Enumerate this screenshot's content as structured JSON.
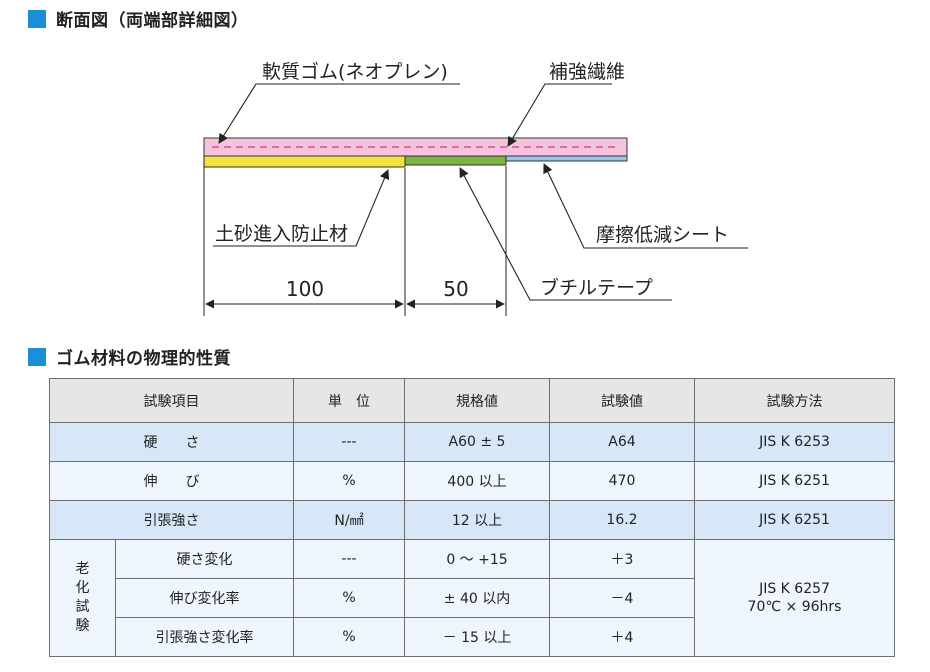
{
  "section1": {
    "title": "断面図（両端部詳細図）"
  },
  "diagram": {
    "labels": {
      "rubber": "軟質ゴム(ネオプレン)",
      "fiber": "補強繊維",
      "soil_stop": "土砂進入防止材",
      "friction_sheet": "摩擦低減シート",
      "butyl_tape": "ブチルテープ"
    },
    "dimensions": {
      "left": "100",
      "right": "50"
    },
    "colors": {
      "rubber": "#f5c3dc",
      "soil_stop": "#f1e43a",
      "butyl_tape": "#7cb342",
      "friction_sheet": "#9ec6ec",
      "fiber_line": "#d2388a"
    }
  },
  "section2": {
    "title": "ゴム材料の物理的性質"
  },
  "table": {
    "headers": [
      "試験項目",
      "単　位",
      "規格値",
      "試験値",
      "試験方法"
    ],
    "rows": [
      {
        "item": "硬　　さ",
        "unit": "---",
        "spec": "A60 ± 5",
        "value": "A64",
        "method": "JIS K 6253"
      },
      {
        "item": "伸　　び",
        "unit": "%",
        "spec": "400 以上",
        "value": "470",
        "method": "JIS K 6251"
      },
      {
        "item": "引張強さ",
        "unit": "N/㎟",
        "spec": "12 以上",
        "value": "16.2",
        "method": "JIS K 6251"
      }
    ],
    "aging": {
      "group_label": [
        "老",
        "化",
        "試",
        "験"
      ],
      "rows": [
        {
          "item": "硬さ変化",
          "unit": "---",
          "spec": "0 ～ +15",
          "value": "＋3"
        },
        {
          "item": "伸び変化率",
          "unit": "%",
          "spec": "± 40 以内",
          "value": "－4"
        },
        {
          "item": "引張強さ変化率",
          "unit": "%",
          "spec": "－ 15 以上",
          "value": "＋4"
        }
      ],
      "method": [
        "JIS K 6257",
        "70℃ × 96hrs"
      ]
    }
  }
}
